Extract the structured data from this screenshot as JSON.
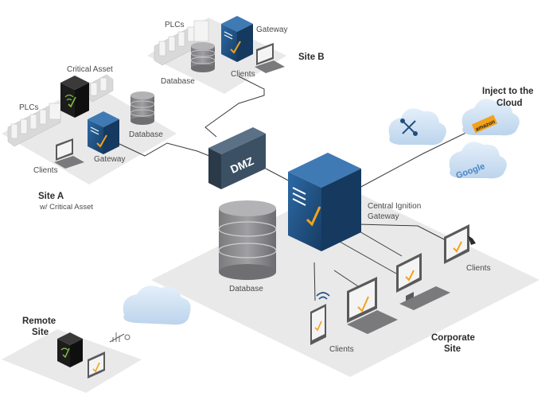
{
  "sites": {
    "site_a": {
      "title": "Site A",
      "subtitle": "w/ Critical Asset",
      "plcs": "PLCs",
      "critical_asset": "Critical Asset",
      "database": "Database",
      "gateway": "Gateway",
      "clients": "Clients"
    },
    "site_b": {
      "title": "Site B",
      "plcs": "PLCs",
      "gateway": "Gateway",
      "database": "Database",
      "clients": "Clients"
    },
    "dmz": {
      "label": "DMZ"
    },
    "central": {
      "gateway_line1": "Central Ignition",
      "gateway_line2": "Gateway",
      "database": "Database"
    },
    "corporate": {
      "title_line1": "Corporate",
      "title_line2": "Site",
      "clients_right": "Clients",
      "clients_bottom": "Clients"
    },
    "remote": {
      "title_line1": "Remote",
      "title_line2": "Site"
    },
    "cloud": {
      "title_line1": "Inject to the",
      "title_line2": "Cloud",
      "aws_label": "amazon",
      "google_label": "Google"
    }
  },
  "colors": {
    "platform": "#e9e9ea",
    "gateway_blue": "#1f4f80",
    "dmz": "#3c5063",
    "cloud": "#cfe1f2",
    "accent_orange": "#f3a21c",
    "check_green": "#7ec242"
  },
  "icons": [
    "plc-rack-icon",
    "server-icon",
    "database-icon",
    "laptop-icon",
    "monitor-icon",
    "mobile-icon",
    "cloud-icon",
    "aws-logo",
    "google-logo",
    "wireless-icon"
  ]
}
